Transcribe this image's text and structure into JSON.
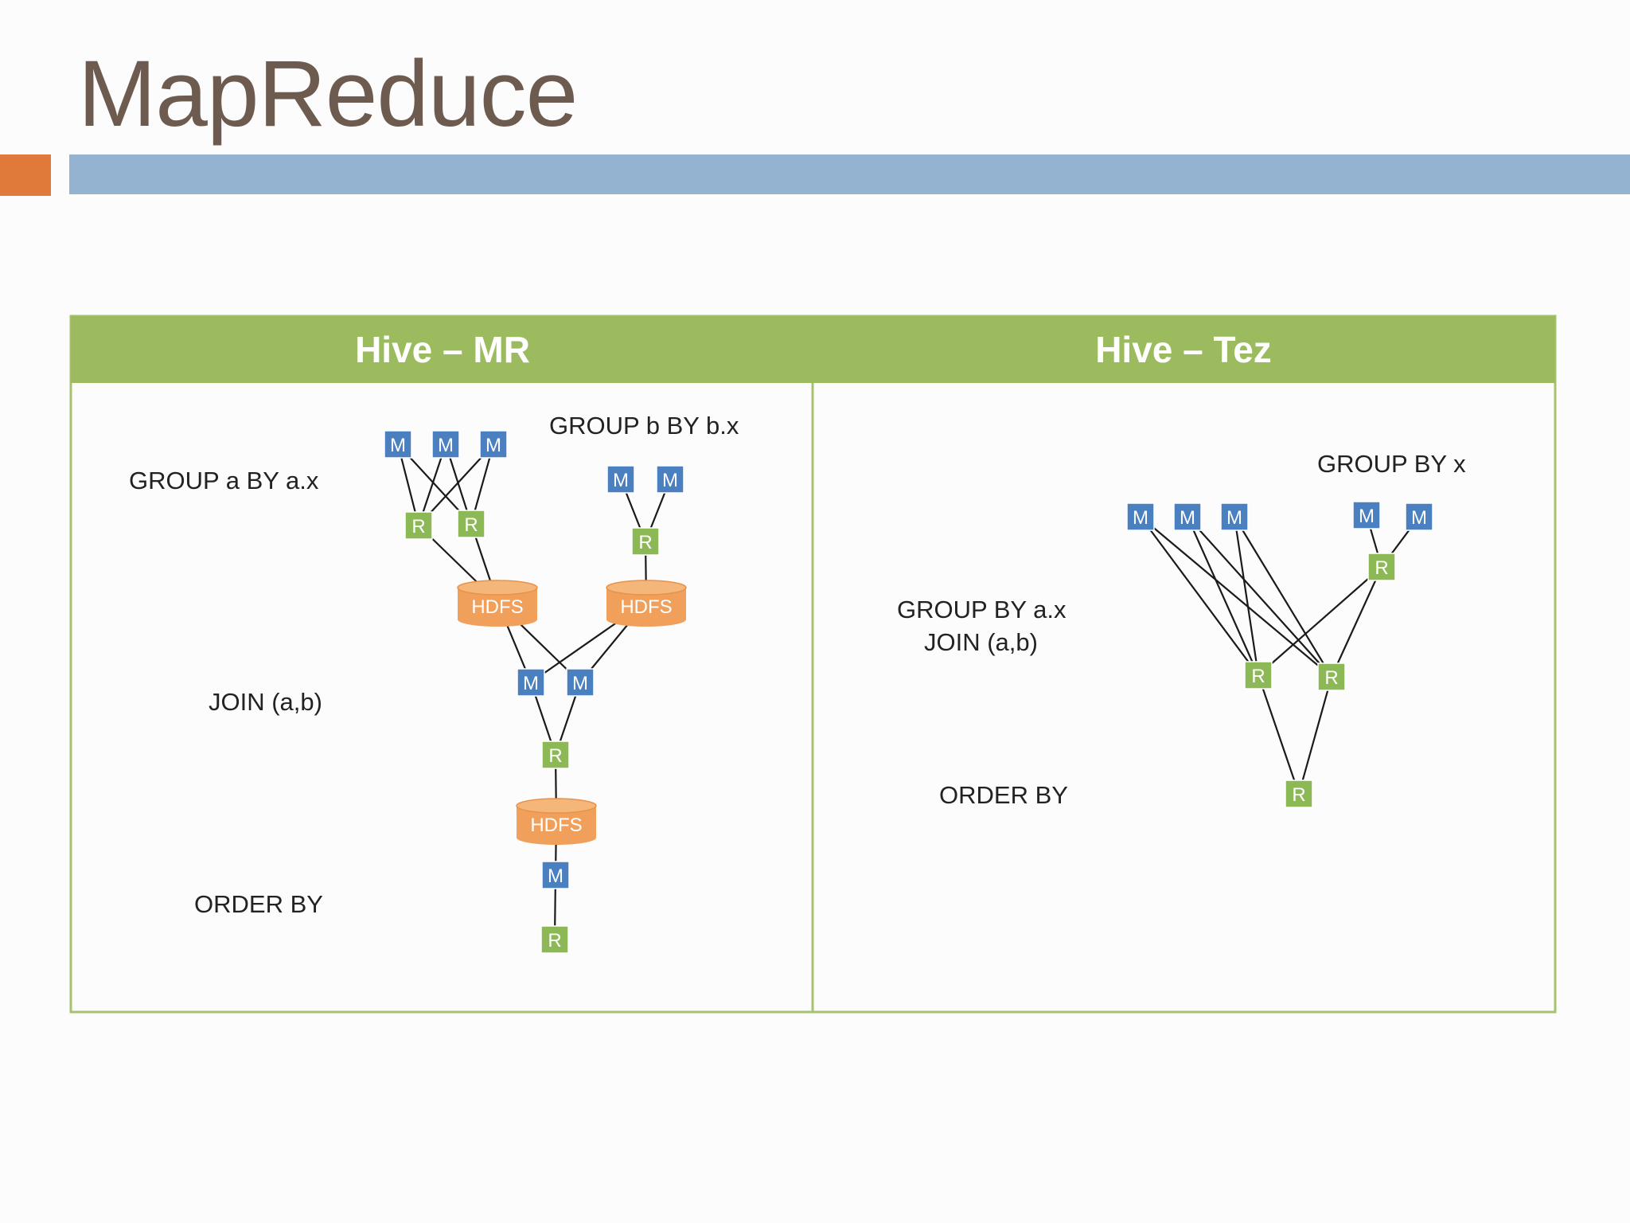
{
  "slide": {
    "title": "MapReduce"
  },
  "colors": {
    "title": "#6e5b50",
    "accent_orange": "#e07a3a",
    "accent_blue": "#93b3d1",
    "header_green": "#9cbb5e",
    "border_green": "#a6c26e",
    "map_node": "#4a7fc0",
    "reduce_node": "#8db856",
    "hdfs": "#f0a05a"
  },
  "panels": {
    "mr": {
      "header": "Hive – MR",
      "labels": {
        "group_a": "GROUP a BY a.x",
        "group_b": "GROUP b BY b.x",
        "join": "JOIN (a,b)",
        "order": "ORDER BY"
      },
      "hdfs_label": "HDFS"
    },
    "tez": {
      "header": "Hive – Tez",
      "labels": {
        "group_x": "GROUP BY x",
        "group_ax": "GROUP BY a.x",
        "join": "JOIN (a,b)",
        "order": "ORDER BY"
      }
    }
  },
  "node_labels": {
    "map": "M",
    "reduce": "R"
  }
}
